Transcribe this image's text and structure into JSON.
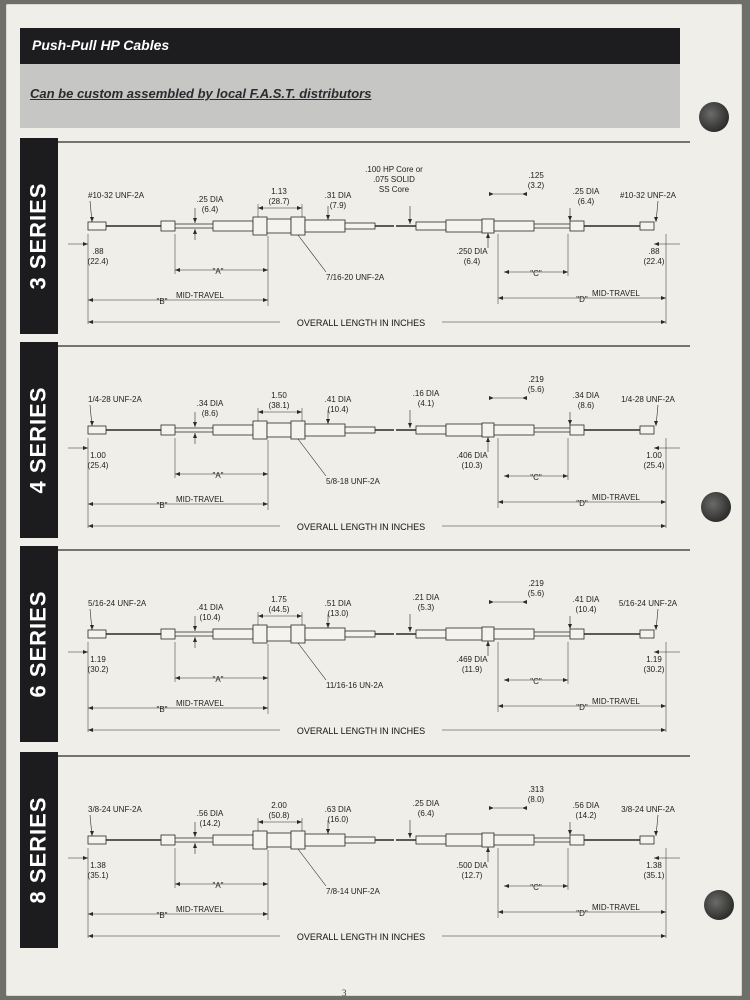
{
  "header": {
    "title": "Push-Pull HP Cables",
    "subtitle": "Can be custom assembled by local F.A.S.T. distributors"
  },
  "labels": {
    "mid_travel": "MID-TRAVEL",
    "overall_length": "OVERALL LENGTH IN INCHES",
    "a": "\"A\"",
    "b": "\"B\"",
    "c": "\"C\"",
    "d": "\"D\""
  },
  "sections": [
    {
      "series": "3 SERIES",
      "thread_end": "#10-32 UNF-2A",
      "end_len": ".88",
      "end_len_mm": "(22.4)",
      "rod_dia": ".25 DIA",
      "rod_dia_mm": "(6.4)",
      "hub_len": "1.13",
      "hub_len_mm": "(28.7)",
      "tube_dia": ".31 DIA",
      "tube_dia_mm": "(7.9)",
      "hub_thread": "7/16-20 UNF-2A",
      "core_note": [
        ".100 HP Core or",
        ".075 SOLID",
        "SS Core"
      ],
      "core_dia": "",
      "core_dia_mm": "",
      "r_len": ".125",
      "r_len_mm": "(3.2)",
      "r_rod_dia": ".25 DIA",
      "r_rod_dia_mm": "(6.4)",
      "r_thread": "#10-32 UNF-2A",
      "sleeve_dia": ".250 DIA",
      "sleeve_dia_mm": "(6.4)",
      "r_end_len": ".88",
      "r_end_len_mm": "(22.4)"
    },
    {
      "series": "4 SERIES",
      "thread_end": "1/4-28 UNF-2A",
      "end_len": "1.00",
      "end_len_mm": "(25.4)",
      "rod_dia": ".34 DIA",
      "rod_dia_mm": "(8.6)",
      "hub_len": "1.50",
      "hub_len_mm": "(38.1)",
      "tube_dia": ".41 DIA",
      "tube_dia_mm": "(10.4)",
      "hub_thread": "5/8-18 UNF-2A",
      "core_note": [],
      "core_dia": ".16 DIA",
      "core_dia_mm": "(4.1)",
      "r_len": ".219",
      "r_len_mm": "(5.6)",
      "r_rod_dia": ".34 DIA",
      "r_rod_dia_mm": "(8.6)",
      "r_thread": "1/4-28 UNF-2A",
      "sleeve_dia": ".406 DIA",
      "sleeve_dia_mm": "(10.3)",
      "r_end_len": "1.00",
      "r_end_len_mm": "(25.4)"
    },
    {
      "series": "6 SERIES",
      "thread_end": "5/16-24 UNF-2A",
      "end_len": "1.19",
      "end_len_mm": "(30.2)",
      "rod_dia": ".41 DIA",
      "rod_dia_mm": "(10.4)",
      "hub_len": "1.75",
      "hub_len_mm": "(44.5)",
      "tube_dia": ".51 DIA",
      "tube_dia_mm": "(13.0)",
      "hub_thread": "11/16-16 UN-2A",
      "core_note": [],
      "core_dia": ".21 DIA",
      "core_dia_mm": "(5.3)",
      "r_len": ".219",
      "r_len_mm": "(5.6)",
      "r_rod_dia": ".41 DIA",
      "r_rod_dia_mm": "(10.4)",
      "r_thread": "5/16-24 UNF-2A",
      "sleeve_dia": ".469 DIA",
      "sleeve_dia_mm": "(11.9)",
      "r_end_len": "1.19",
      "r_end_len_mm": "(30.2)"
    },
    {
      "series": "8 SERIES",
      "thread_end": "3/8-24 UNF-2A",
      "end_len": "1.38",
      "end_len_mm": "(35.1)",
      "rod_dia": ".56 DIA",
      "rod_dia_mm": "(14.2)",
      "hub_len": "2.00",
      "hub_len_mm": "(50.8)",
      "tube_dia": ".63 DIA",
      "tube_dia_mm": "(16.0)",
      "hub_thread": "7/8-14 UNF-2A",
      "core_note": [],
      "core_dia": ".25 DIA",
      "core_dia_mm": "(6.4)",
      "r_len": ".313",
      "r_len_mm": "(8.0)",
      "r_rod_dia": ".56 DIA",
      "r_rod_dia_mm": "(14.2)",
      "r_thread": "3/8-24 UNF-2A",
      "sleeve_dia": ".500 DIA",
      "sleeve_dia_mm": "(12.7)",
      "r_end_len": "1.38",
      "r_end_len_mm": "(35.1)"
    }
  ],
  "page_number": "3"
}
